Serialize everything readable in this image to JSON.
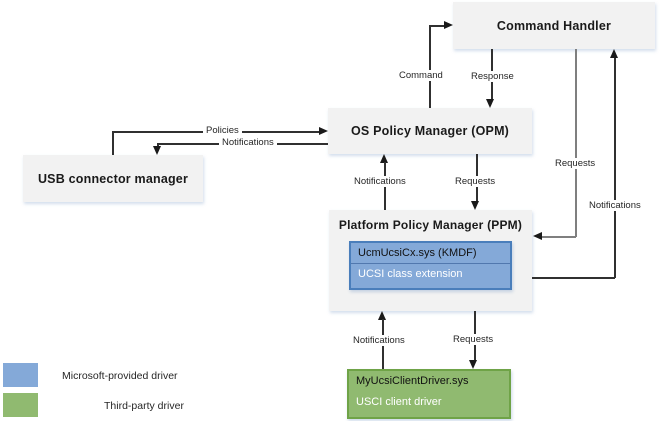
{
  "nodes": {
    "command_handler": "Command Handler",
    "os_policy_manager": "OS Policy Manager (OPM)",
    "usb_connector_manager": "USB connector manager",
    "platform_policy_manager": "Platform Policy Manager (PPM)",
    "ucsi_class_extension": {
      "line1": "UcmUcsiCx.sys (KMDF)",
      "line2": "UCSI class extension"
    },
    "ucsi_client_driver": {
      "line1": "MyUcsiClientDriver.sys",
      "line2": "USCI client driver"
    }
  },
  "edge_labels": {
    "command": "Command",
    "response": "Response",
    "policies": "Policies",
    "notifications_opm_to_usb": "Notifications",
    "notifications_ppm_to_opm": "Notifications",
    "requests_opm_to_ppm": "Requests",
    "requests_ch_to_ppm": "Requests",
    "notifications_ppm_to_ch": "Notifications",
    "notifications_client_to_ppm": "Notifications",
    "requests_ppm_to_client": "Requests"
  },
  "legend": {
    "microsoft": {
      "label": "Microsoft-provided driver",
      "color": "#84A9D8"
    },
    "third_party": {
      "label": "Third-party driver",
      "color": "#90BA70"
    }
  },
  "colors": {
    "node_fill": "#F2F2F2",
    "blue_fill": "#84A9D8",
    "blue_border": "#4A7EBB",
    "green_fill": "#90BA70",
    "green_border": "#6FA347",
    "line": "#303030",
    "gray_line": "#7F7F7F"
  }
}
